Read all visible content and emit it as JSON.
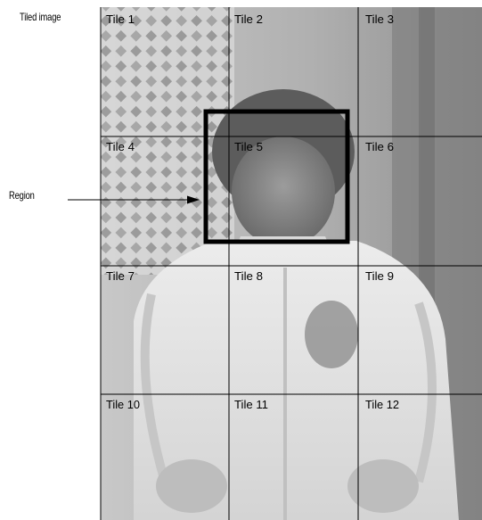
{
  "labels": {
    "tiled_image": "Tiled image",
    "region": "Region"
  },
  "tiles": [
    {
      "label": "Tile 1"
    },
    {
      "label": "Tile 2"
    },
    {
      "label": "Tile 3"
    },
    {
      "label": "Tile 4"
    },
    {
      "label": "Tile 5"
    },
    {
      "label": "Tile 6"
    },
    {
      "label": "Tile 7"
    },
    {
      "label": "Tile 8"
    },
    {
      "label": "Tile 9"
    },
    {
      "label": "Tile 10"
    },
    {
      "label": "Tile 11"
    },
    {
      "label": "Tile 12"
    }
  ],
  "grid": {
    "rows": 4,
    "cols": 3
  },
  "colors": {
    "grid_line": "#000000",
    "region_box": "#000000",
    "photo_light": "#e2e2e2",
    "photo_mid": "#b9b9b9",
    "photo_dark": "#6e6e6e"
  }
}
